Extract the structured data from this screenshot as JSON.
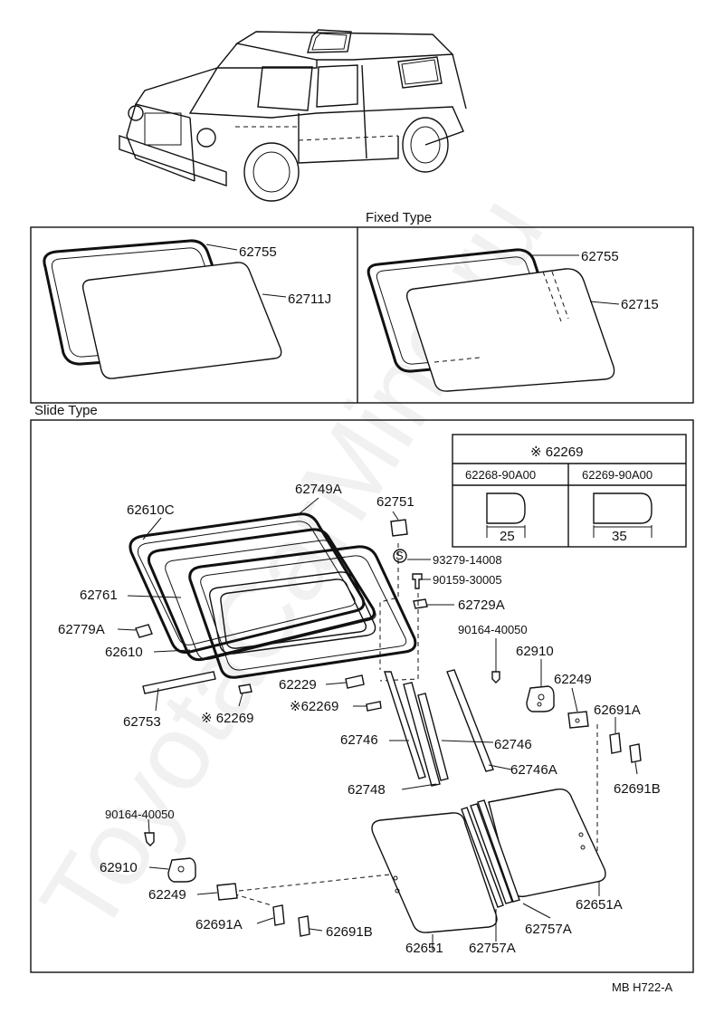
{
  "sections": {
    "fixed_type": "Fixed Type",
    "slide_type": "Slide Type"
  },
  "fixed_left": {
    "frame": "62755",
    "glass": "62711J"
  },
  "fixed_right": {
    "frame": "62755",
    "glass": "62715"
  },
  "inset_table": {
    "title": "※ 62269",
    "col1_code": "62268-90A00",
    "col2_code": "62269-90A00",
    "col1_dim": "25",
    "col2_dim": "35"
  },
  "callouts": {
    "p62610C": "62610C",
    "p62749A": "62749A",
    "p62751": "62751",
    "p93279": "93279-14008",
    "s_mark": "S",
    "p90159": "90159-30005",
    "p62729A": "62729A",
    "p62761": "62761",
    "p62779A": "62779A",
    "p62610": "62610",
    "p62229": "62229",
    "p62269a": "※62269",
    "p62269b": "※ 62269",
    "p62753": "62753",
    "p90164_r": "90164-40050",
    "p62910_r": "62910",
    "p62249_r": "62249",
    "p62691A_r": "62691A",
    "p62691B_r": "62691B",
    "p62746_l": "62746",
    "p62746_r": "62746",
    "p62746A": "62746A",
    "p62748": "62748",
    "p90164_l": "90164-40050",
    "p62910_l": "62910",
    "p62249_l": "62249",
    "p62691A_l": "62691A",
    "p62691B_l": "62691B",
    "p62651": "62651",
    "p62757A_l": "62757A",
    "p62757A_r": "62757A",
    "p62651A": "62651A"
  },
  "footer_code": "MB  H722-A",
  "watermark": "ToyotaCarMine.ru"
}
